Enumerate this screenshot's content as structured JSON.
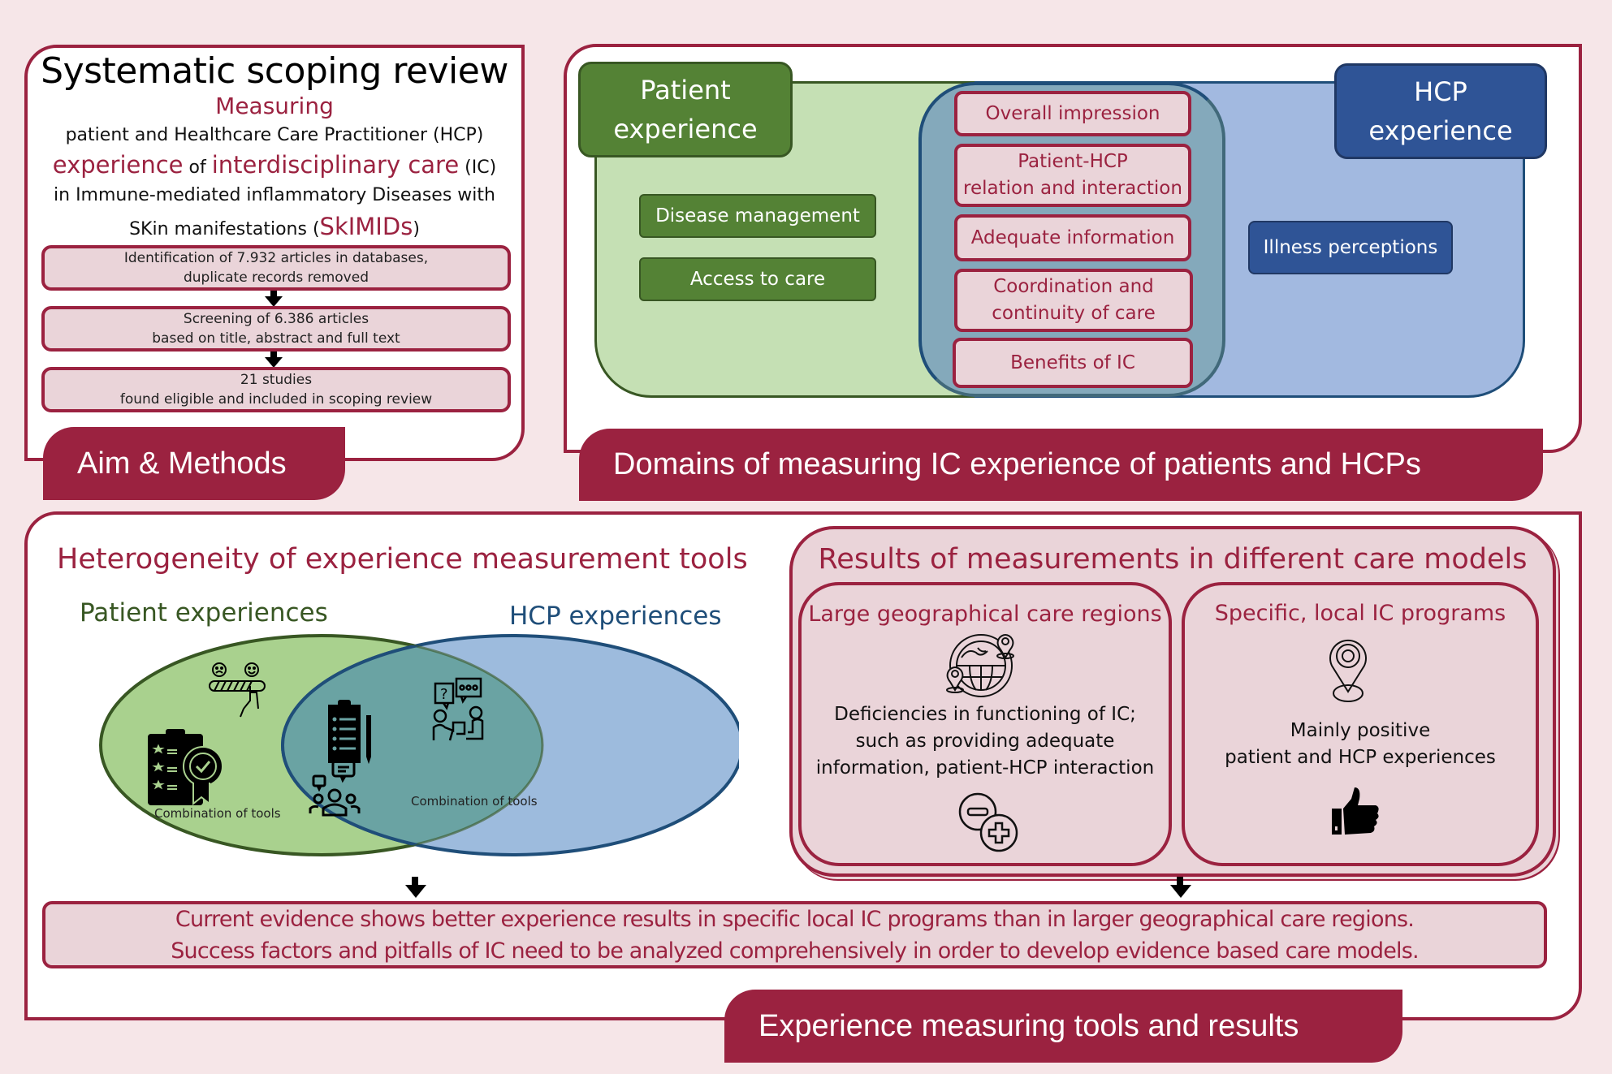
{
  "aim_methods": {
    "title": "Systematic scoping review",
    "measuring": "Measuring",
    "line2": "patient and Healthcare Care Practitioner (HCP)",
    "line3_part1": "experience",
    "line3_part2": " of ",
    "line3_part3": "interdisciplinary care",
    "line3_part4": " (IC)",
    "line4": "in Immune-mediated inflammatory Diseases with",
    "line5_part1": "SKin manifestations (",
    "line5_part2": "SkIMIDs",
    "line5_part3": ")",
    "steps": [
      {
        "line1": "Identification of 7.932 articles in databases,",
        "line2": "duplicate records removed"
      },
      {
        "line1": "Screening of 6.386 articles",
        "line2": "based on title, abstract and full text"
      },
      {
        "line1": "21 studies",
        "line2": "found eligible and included in scoping review"
      }
    ],
    "tab_label": "Aim & Methods"
  },
  "domains": {
    "patient_header_line1": "Patient",
    "patient_header_line2": "experience",
    "hcp_header_line1": "HCP",
    "hcp_header_line2": "experience",
    "patient_items": [
      "Disease management",
      "Access to care"
    ],
    "shared_items": [
      {
        "line1": "Overall impression",
        "line2": ""
      },
      {
        "line1": "Patient-HCP",
        "line2": "relation and interaction"
      },
      {
        "line1": "Adequate information",
        "line2": ""
      },
      {
        "line1": "Coordination and",
        "line2": "continuity of care"
      },
      {
        "line1": "Benefits of IC",
        "line2": ""
      }
    ],
    "hcp_items": [
      "Illness perceptions"
    ],
    "tab_label": "Domains of measuring IC experience of patients and HCPs"
  },
  "tools": {
    "heading": "Heterogeneity of experience measurement tools",
    "patient_label": "Patient experiences",
    "hcp_label": "HCP experiences",
    "patient_combination": "Combination of tools",
    "hcp_combination": "Combination of tools",
    "icons": {
      "patient_only": [
        "satisfaction-slider-icon",
        "rating-checklist-award-icon"
      ],
      "shared": [
        "clipboard-questionnaire-icon",
        "interview-dialogue-icon",
        "focus-group-icon"
      ]
    }
  },
  "results": {
    "heading": "Results of measurements in different care models",
    "large_regions": {
      "title": "Large geographical care regions",
      "text_lines": [
        "Deficiencies in functioning of IC;",
        "such as providing adequate",
        "information, patient-HCP interaction"
      ],
      "icon": "globe-pins-icon",
      "result_icon": "minus-plus-icon"
    },
    "local_programs": {
      "title": "Specific, local IC programs",
      "text_lines": [
        "Mainly positive",
        "patient and HCP experiences"
      ],
      "icon": "location-pin-icon",
      "result_icon": "thumbs-up-icon"
    }
  },
  "conclusion": {
    "line1": "Current evidence shows better experience results in specific local IC programs than in larger geographical care regions.",
    "line2": "Success factors and pitfalls of IC need to be analyzed comprehensively in order to develop evidence based care models."
  },
  "bottom_tab_label": "Experience measuring tools and results",
  "colors": {
    "maroon": "#9b2240",
    "background": "#f6e6e8",
    "pink_box": "#ead4d9",
    "patient_green": "#548235",
    "patient_green_light": "#c5e0b4",
    "hcp_blue": "#2f5496",
    "hcp_blue_light": "#a2b9e0",
    "overlap_teal": "#84a9bb"
  }
}
